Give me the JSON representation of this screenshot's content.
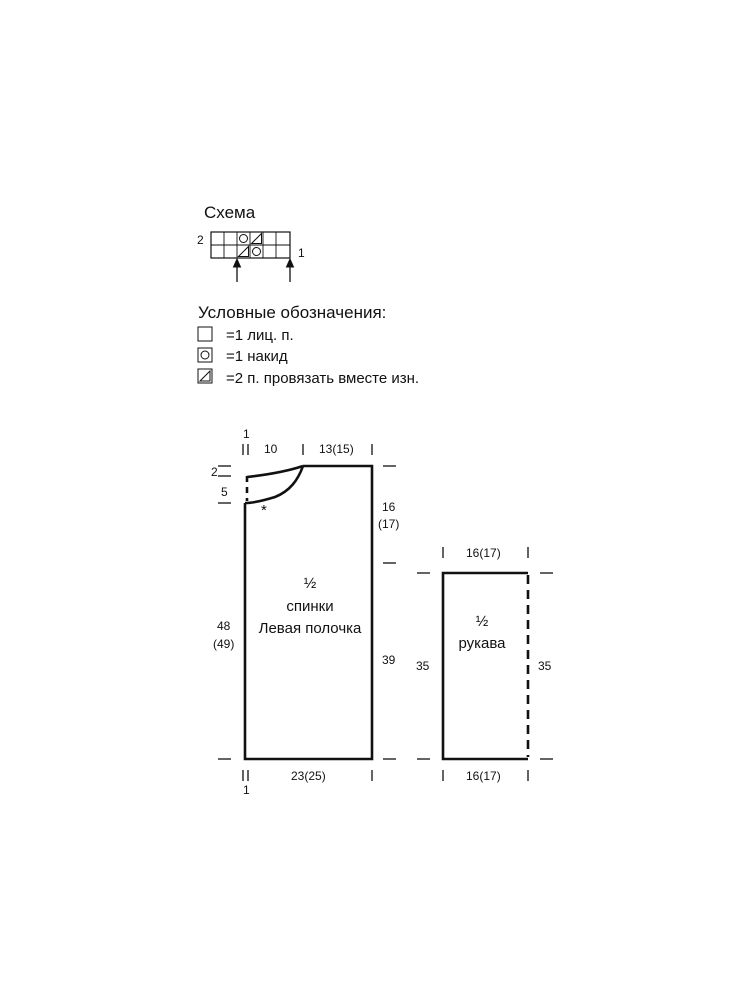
{
  "scheme": {
    "title": "Схема",
    "row_even": "2",
    "row_odd": "1"
  },
  "legend": {
    "title": "Условные обозначения:",
    "items": [
      {
        "icon": "knit-stitch-icon",
        "text": "=1 лиц. п."
      },
      {
        "icon": "yarn-over-icon",
        "text": "=1 накид"
      },
      {
        "icon": "purl-two-together-icon",
        "text": "=2 п. провязать вместе изн."
      }
    ]
  },
  "body_pattern": {
    "label_half": "½",
    "label_back": "спинки",
    "label_front": "Левая полочка",
    "mark_top": "1",
    "mark_bottom": "1",
    "neck_width": "10",
    "shoulder_width": "13(15)",
    "neck_depth_top": "2",
    "neck_depth_front": "5",
    "asterisk": "*",
    "armhole_height": "16",
    "armhole_height_alt": "(17)",
    "total_height": "48",
    "total_height_alt": "(49)",
    "side_height": "39",
    "bottom_width": "23(25)"
  },
  "sleeve_pattern": {
    "label_half": "½",
    "label": "рукава",
    "top_width": "16(17)",
    "bottom_width": "16(17)",
    "left_height": "35",
    "right_height": "35"
  }
}
